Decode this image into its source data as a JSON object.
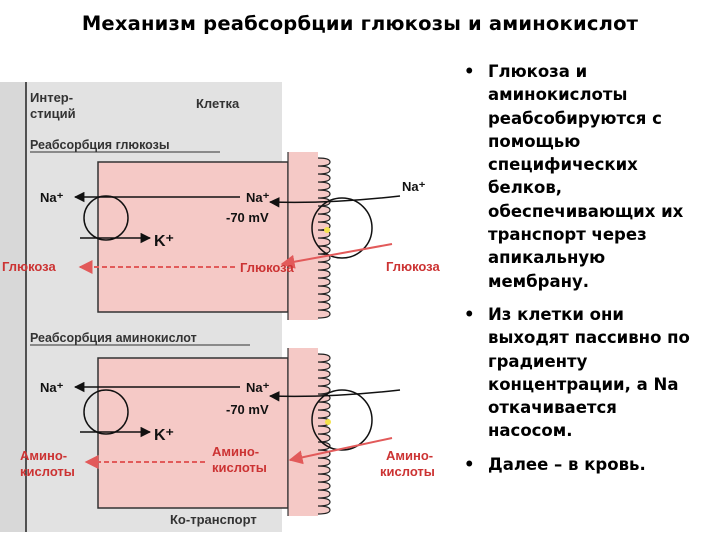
{
  "title": "Механизм реабсорбции глюкозы и аминокислот",
  "diagram": {
    "interstitium": [
      "Интер-",
      "стиций"
    ],
    "cell": "Клетка",
    "glucose_section": "Реабсорбция глюкозы",
    "amino_section": "Реабсорбция аминокислот",
    "na_plus": "Na⁺",
    "k_plus": "K⁺",
    "voltage": "-70 mV",
    "glucose": "Глюкоза",
    "amino_acids": [
      "Амино-",
      "кислоты"
    ],
    "cotransport": "Ко-транспорт"
  },
  "bullets": [
    "Глюкоза и аминокислоты реабсобируются с помощью специфических белков, обеспечивающих их транспорт через апикальную мембрану.",
    "Из клетки они выходят пассивно по градиенту концентрации, а Na откачивается насосом.",
    "Далее – в кровь."
  ],
  "bullet_lines": [
    [
      "Глюкоза и",
      "аминокислоты",
      "реабсобируются с",
      "помощью",
      "специфических",
      "белков,",
      "обеспечивающих их",
      "транспорт через",
      "апикальную",
      "мембрану."
    ],
    [
      "Из клетки они",
      "выходят пассивно по",
      "градиенту",
      "концентрации, а Na",
      "откачивается",
      "насосом."
    ],
    [
      "Далее – в кровь."
    ]
  ],
  "colors": {
    "cell_fill": "#f5c9c6",
    "background": "#dcdcdc",
    "red_arrow": "#e25a5a",
    "glucose_text": "#cc3333"
  }
}
